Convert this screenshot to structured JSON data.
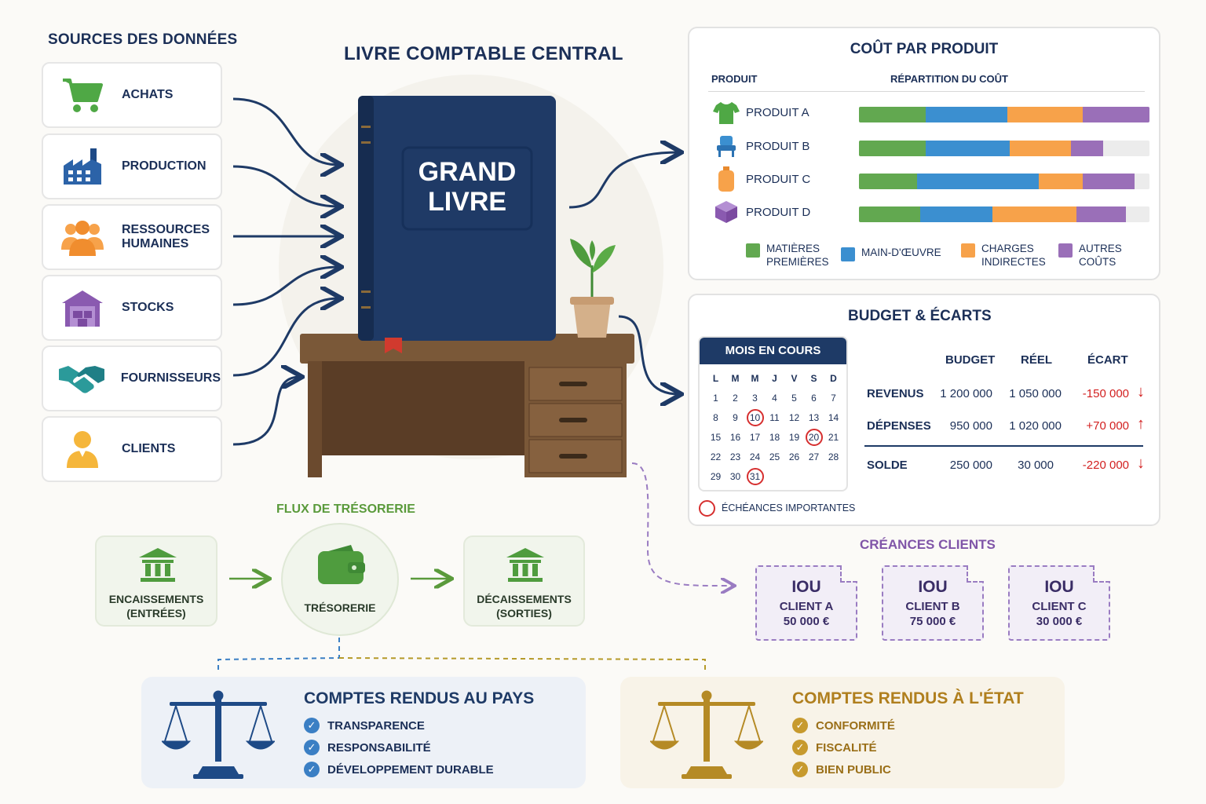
{
  "sources": {
    "title": "SOURCES DES DONNÉES",
    "items": [
      {
        "label": "ACHATS",
        "icon": "shopping-cart-icon"
      },
      {
        "label": "PRODUCTION",
        "icon": "factory-icon"
      },
      {
        "label": "RESSOURCES\nHUMAINES",
        "icon": "people-icon"
      },
      {
        "label": "STOCKS",
        "icon": "warehouse-icon"
      },
      {
        "label": "FOURNISSEURS",
        "icon": "handshake-icon"
      },
      {
        "label": "CLIENTS",
        "icon": "person-icon"
      }
    ]
  },
  "ledger": {
    "title": "LIVRE COMPTABLE CENTRAL",
    "book_line1": "GRAND",
    "book_line2": "LIVRE"
  },
  "cost": {
    "title": "COÛT PAR PRODUIT",
    "col_product": "PRODUIT",
    "col_breakdown": "RÉPARTITION DU COÛT",
    "products": [
      {
        "name": "PRODUIT A",
        "icon": "tshirt-icon",
        "shares": [
          0.23,
          0.28,
          0.26,
          0.23
        ]
      },
      {
        "name": "PRODUIT B",
        "icon": "chair-icon",
        "shares": [
          0.23,
          0.29,
          0.21,
          0.11
        ]
      },
      {
        "name": "PRODUIT C",
        "icon": "bottle-icon",
        "shares": [
          0.2,
          0.42,
          0.15,
          0.18
        ]
      },
      {
        "name": "PRODUIT D",
        "icon": "box-icon",
        "shares": [
          0.21,
          0.25,
          0.29,
          0.17
        ]
      }
    ],
    "legend": [
      {
        "label": "MATIÈRES\nPREMIÈRES",
        "color": "#62a850"
      },
      {
        "label": "MAIN-D'ŒUVRE",
        "color": "#3b8fd0"
      },
      {
        "label": "CHARGES\nINDIRECTES",
        "color": "#f7a24a"
      },
      {
        "label": "AUTRES\nCOÛTS",
        "color": "#9a6fb8"
      }
    ]
  },
  "budget": {
    "title": "BUDGET & ÉCARTS",
    "calendar": {
      "title": "MOIS EN COURS",
      "days": [
        "L",
        "M",
        "M",
        "J",
        "V",
        "S",
        "D"
      ],
      "dates": [
        "1",
        "2",
        "3",
        "4",
        "5",
        "6",
        "7",
        "8",
        "9",
        "10",
        "11",
        "12",
        "13",
        "14",
        "15",
        "16",
        "17",
        "18",
        "19",
        "20",
        "21",
        "22",
        "23",
        "24",
        "25",
        "26",
        "27",
        "28",
        "29",
        "30",
        "31"
      ],
      "marked": [
        "10",
        "20",
        "31"
      ],
      "legend": "ÉCHÉANCES IMPORTANTES"
    },
    "headers": [
      "BUDGET",
      "RÉEL",
      "ÉCART"
    ],
    "rows": [
      {
        "label": "REVENUS",
        "budget": "1 200 000",
        "real": "1 050 000",
        "gap": "-150 000",
        "trend": "down"
      },
      {
        "label": "DÉPENSES",
        "budget": "950 000",
        "real": "1 020 000",
        "gap": "+70 000",
        "trend": "up"
      },
      {
        "label": "SOLDE",
        "budget": "250 000",
        "real": "30 000",
        "gap": "-220 000",
        "trend": "down"
      }
    ]
  },
  "treasury": {
    "title": "FLUX DE TRÉSORERIE",
    "in_label": "ENCAISSEMENTS\n(ENTRÉES)",
    "center_label": "TRÉSORERIE",
    "out_label": "DÉCAISSEMENTS\n(SORTIES)"
  },
  "receivables": {
    "title": "CRÉANCES CLIENTS",
    "items": [
      {
        "tag": "IOU",
        "client": "CLIENT A",
        "amount": "50 000 €"
      },
      {
        "tag": "IOU",
        "client": "CLIENT B",
        "amount": "75 000 €"
      },
      {
        "tag": "IOU",
        "client": "CLIENT C",
        "amount": "30 000 €"
      }
    ]
  },
  "reports": {
    "country": {
      "title": "COMPTES RENDUS AU PAYS",
      "items": [
        "TRANSPARENCE",
        "RESPONSABILITÉ",
        "DÉVELOPPEMENT DURABLE"
      ],
      "color": "#1e4a86"
    },
    "state": {
      "title": "COMPTES RENDUS À L'ÉTAT",
      "items": [
        "CONFORMITÉ",
        "FISCALITÉ",
        "BIEN PUBLIC"
      ],
      "color": "#b58a25"
    }
  }
}
